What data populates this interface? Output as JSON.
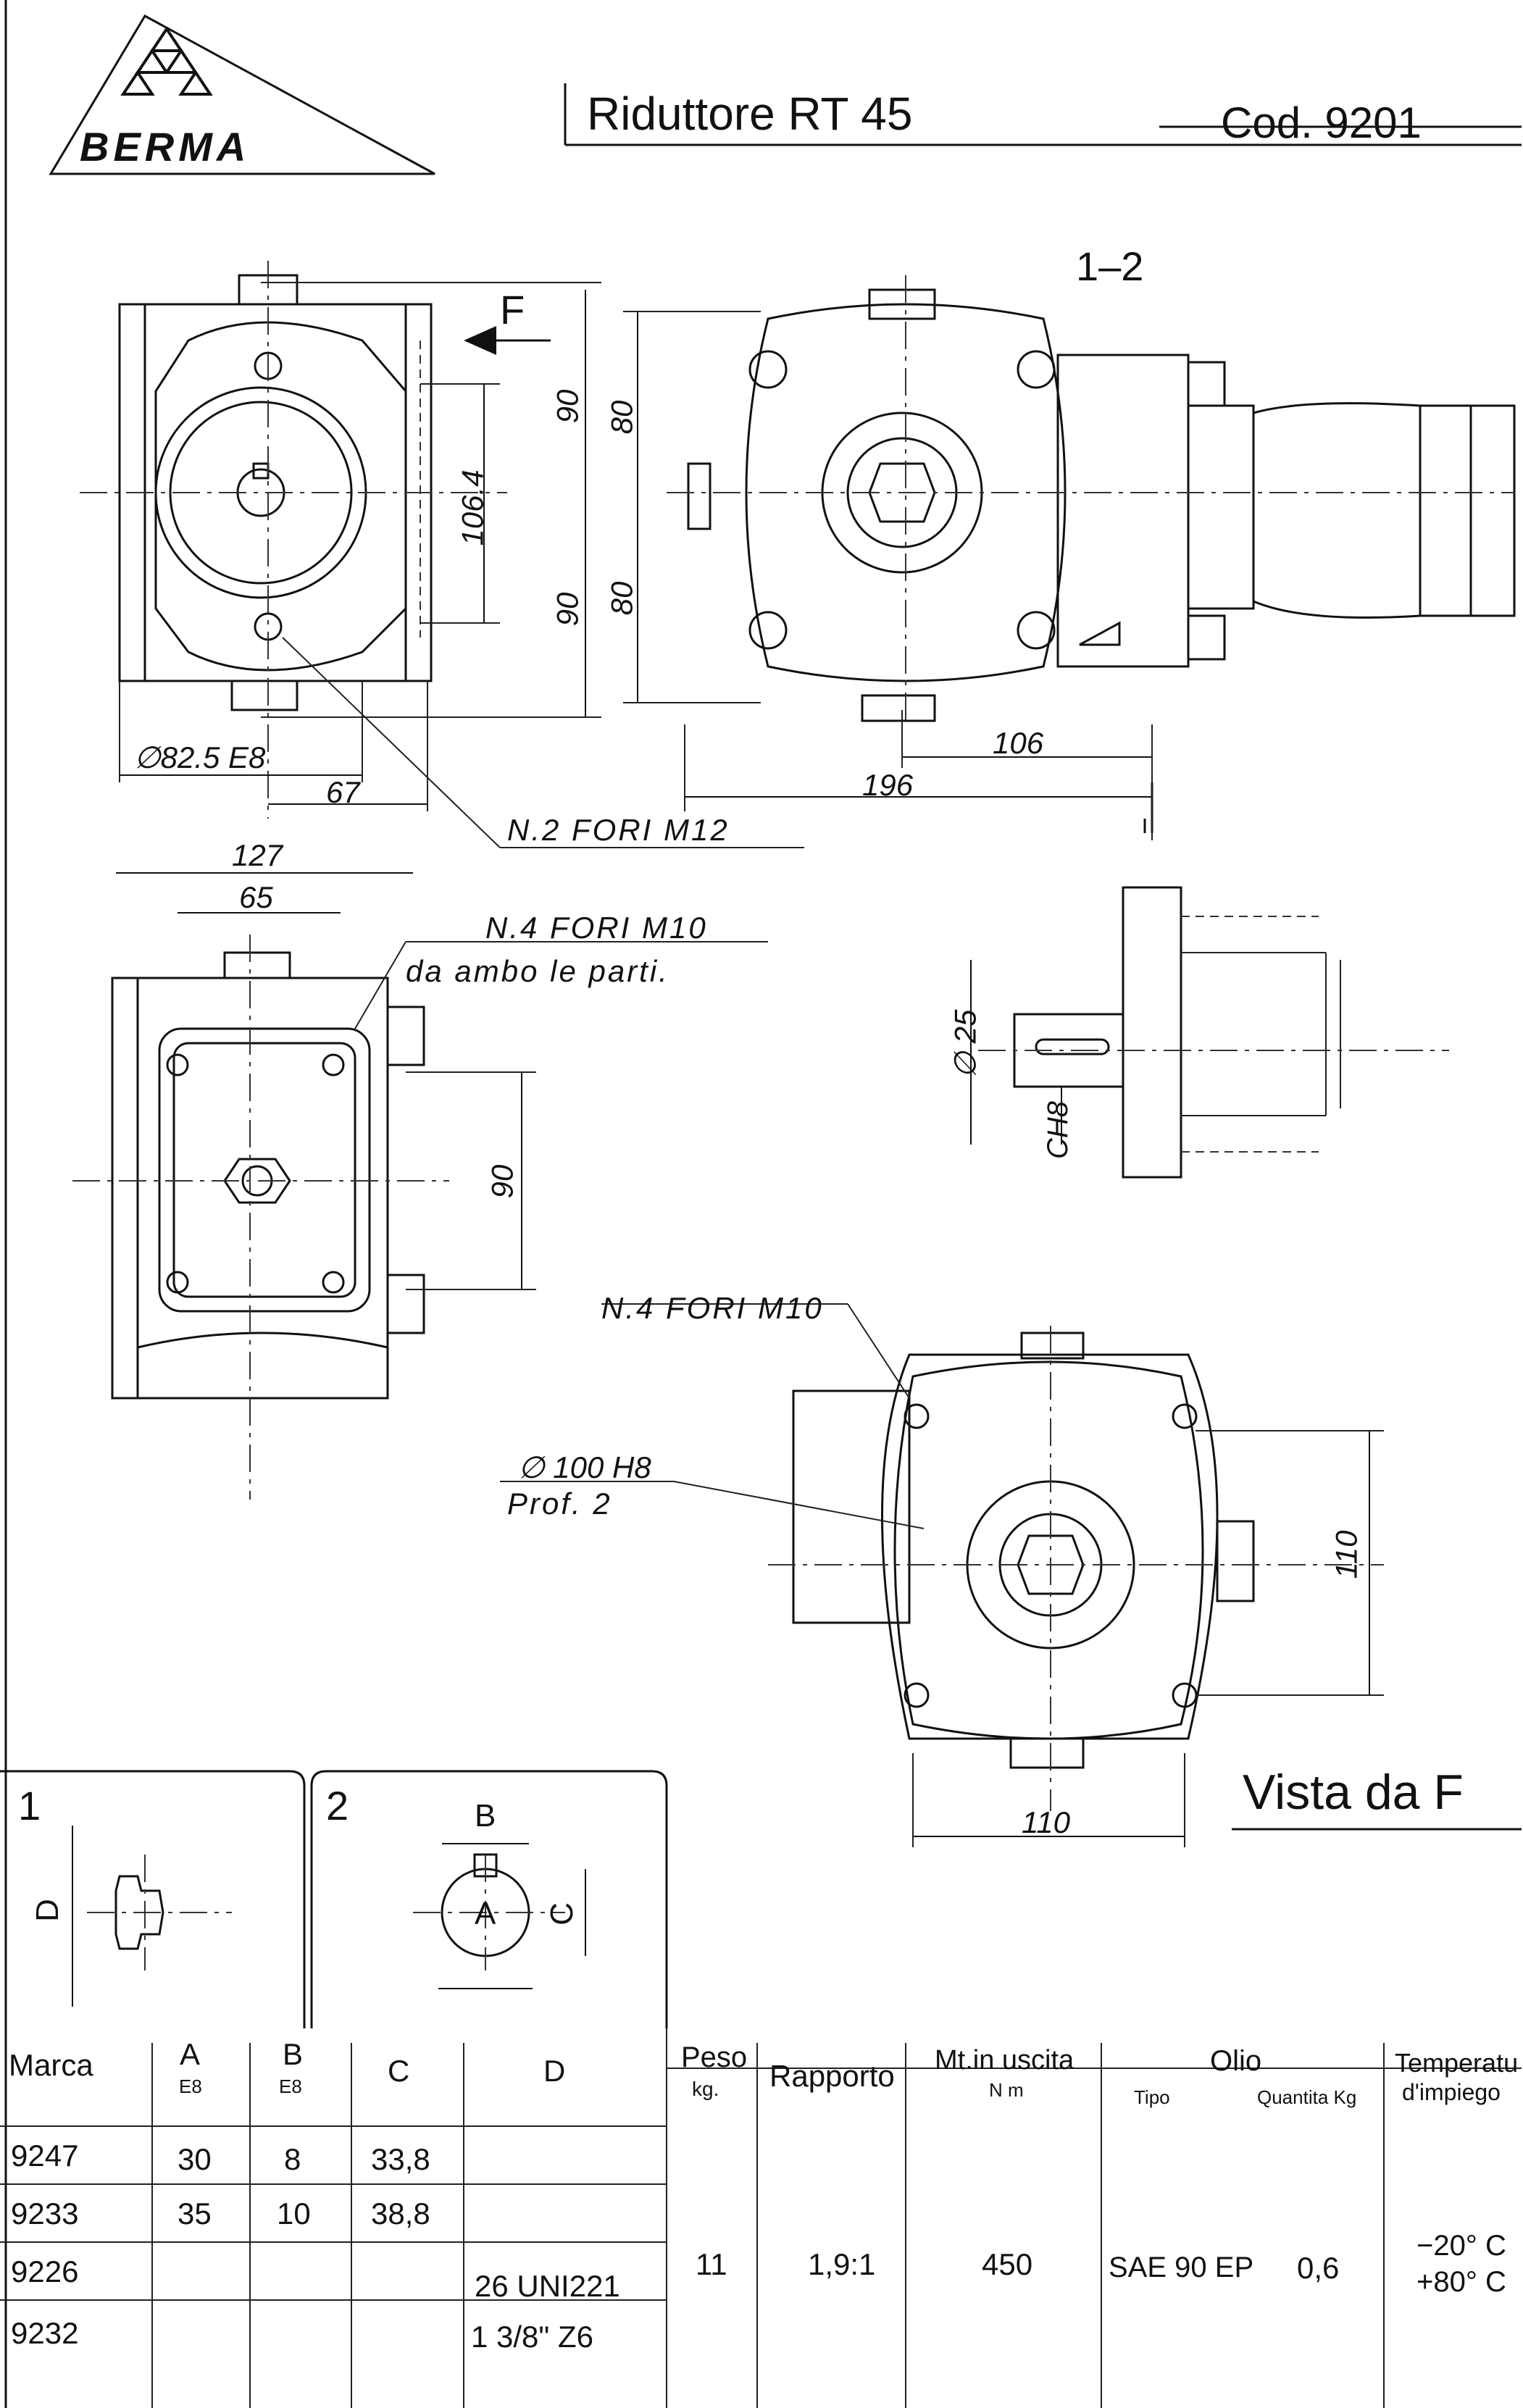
{
  "header": {
    "brand": "BERMA",
    "title": "Riduttore RT 45",
    "code": "Cod. 9201"
  },
  "drawing_labels": {
    "ref_12": "1–2",
    "force": "F",
    "d90a": "90",
    "d90b": "90",
    "d80a": "80",
    "d80b": "80",
    "d1064": "106.4",
    "d106": "106",
    "d196": "196",
    "d825": "∅82.5 E8",
    "d67": "67",
    "holes_m12": "N.2 FORI M12",
    "d127": "127",
    "d65": "65",
    "holes_m10_a": "N.4 FORI M10",
    "holes_m10_a2": "da ambo le parti.",
    "d90c": "90",
    "d25": "∅ 25",
    "ch8": "CH8",
    "holes_m10_b": "N.4 FORI M10",
    "d100": "∅ 100 H8",
    "prof": "Prof. 2",
    "d110v": "110",
    "d110h": "110",
    "vista": "Vista da F"
  },
  "shaft_details": {
    "n1": "1",
    "n2": "2",
    "D": "D",
    "B": "B",
    "C": "C",
    "A": "A"
  },
  "table": {
    "headers": {
      "marca": "Marca",
      "a": "A",
      "a_sub": "E8",
      "b": "B",
      "b_sub": "E8",
      "c": "C",
      "d": "D",
      "peso": "Peso",
      "peso_sub": "kg.",
      "rapporto": "Rapporto",
      "mt": "Mt.in uscita",
      "mt_sub": "N m",
      "olio": "Olio",
      "tipo": "Tipo",
      "quantita": "Quantita Kg",
      "temp": "Temperatu",
      "temp_sub": "d'impiego"
    },
    "rows": [
      {
        "marca": "9247",
        "a": "30",
        "b": "8",
        "c": "33,8",
        "d": ""
      },
      {
        "marca": "9233",
        "a": "35",
        "b": "10",
        "c": "38,8",
        "d": ""
      },
      {
        "marca": "9226",
        "a": "",
        "b": "",
        "c": "",
        "d": "26 UNI221"
      },
      {
        "marca": "9232",
        "a": "",
        "b": "",
        "c": "",
        "d": "1 3/8\" Z6"
      }
    ],
    "shared": {
      "peso": "11",
      "rapporto": "1,9:1",
      "mt": "450",
      "olio_tipo": "SAE 90 EP",
      "olio_qty": "0,6",
      "temp_min": "−20° C",
      "temp_max": "+80° C"
    }
  }
}
